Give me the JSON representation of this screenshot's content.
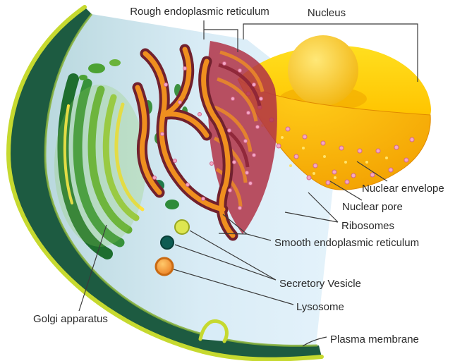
{
  "figure": {
    "labels": {
      "rough_er": "Rough endoplasmic reticulum",
      "nucleus": "Nucleus",
      "nuclear_envelope": "Nuclear envelope",
      "nuclear_pore": "Nuclear pore",
      "ribosomes": "Ribosomes",
      "smooth_er": "Smooth endoplasmic reticulum",
      "secretory_vesicle": "Secretory Vesicle",
      "lysosome": "Lysosome",
      "golgi_apparatus": "Golgi apparatus",
      "plasma_membrane": "Plasma membrane"
    },
    "colors": {
      "plasma_membrane_lime": "#c6d92f",
      "cell_shell_green": "#1d5b41",
      "cell_inner_edge_green": "#86b03a",
      "cytoplasm_blue_light": "#e9f5fd",
      "cytoplasm_teal": "#b9d8de",
      "golgi_dark_green": "#1e6e2e",
      "golgi_mid_green": "#37913a",
      "golgi_light_green": "#63ad33",
      "golgi_pale_green": "#9cc83b",
      "golgi_yellow": "#ffe13e",
      "er_maroon": "#71212e",
      "er_orange": "#ef8f1f",
      "er_face_red": "#b03346",
      "nucleus_yellow": "#ffd90a",
      "nucleus_orange": "#f29e00",
      "nucleolus_gold": "#ffcf33",
      "ribosome_pink": "#f5a8c5",
      "lysosome_orange": "#f59a28",
      "vesicle_teal": "#0e5c52",
      "vesicle_yellow_green": "#dde650",
      "label_text": "#2a2a2a"
    }
  }
}
